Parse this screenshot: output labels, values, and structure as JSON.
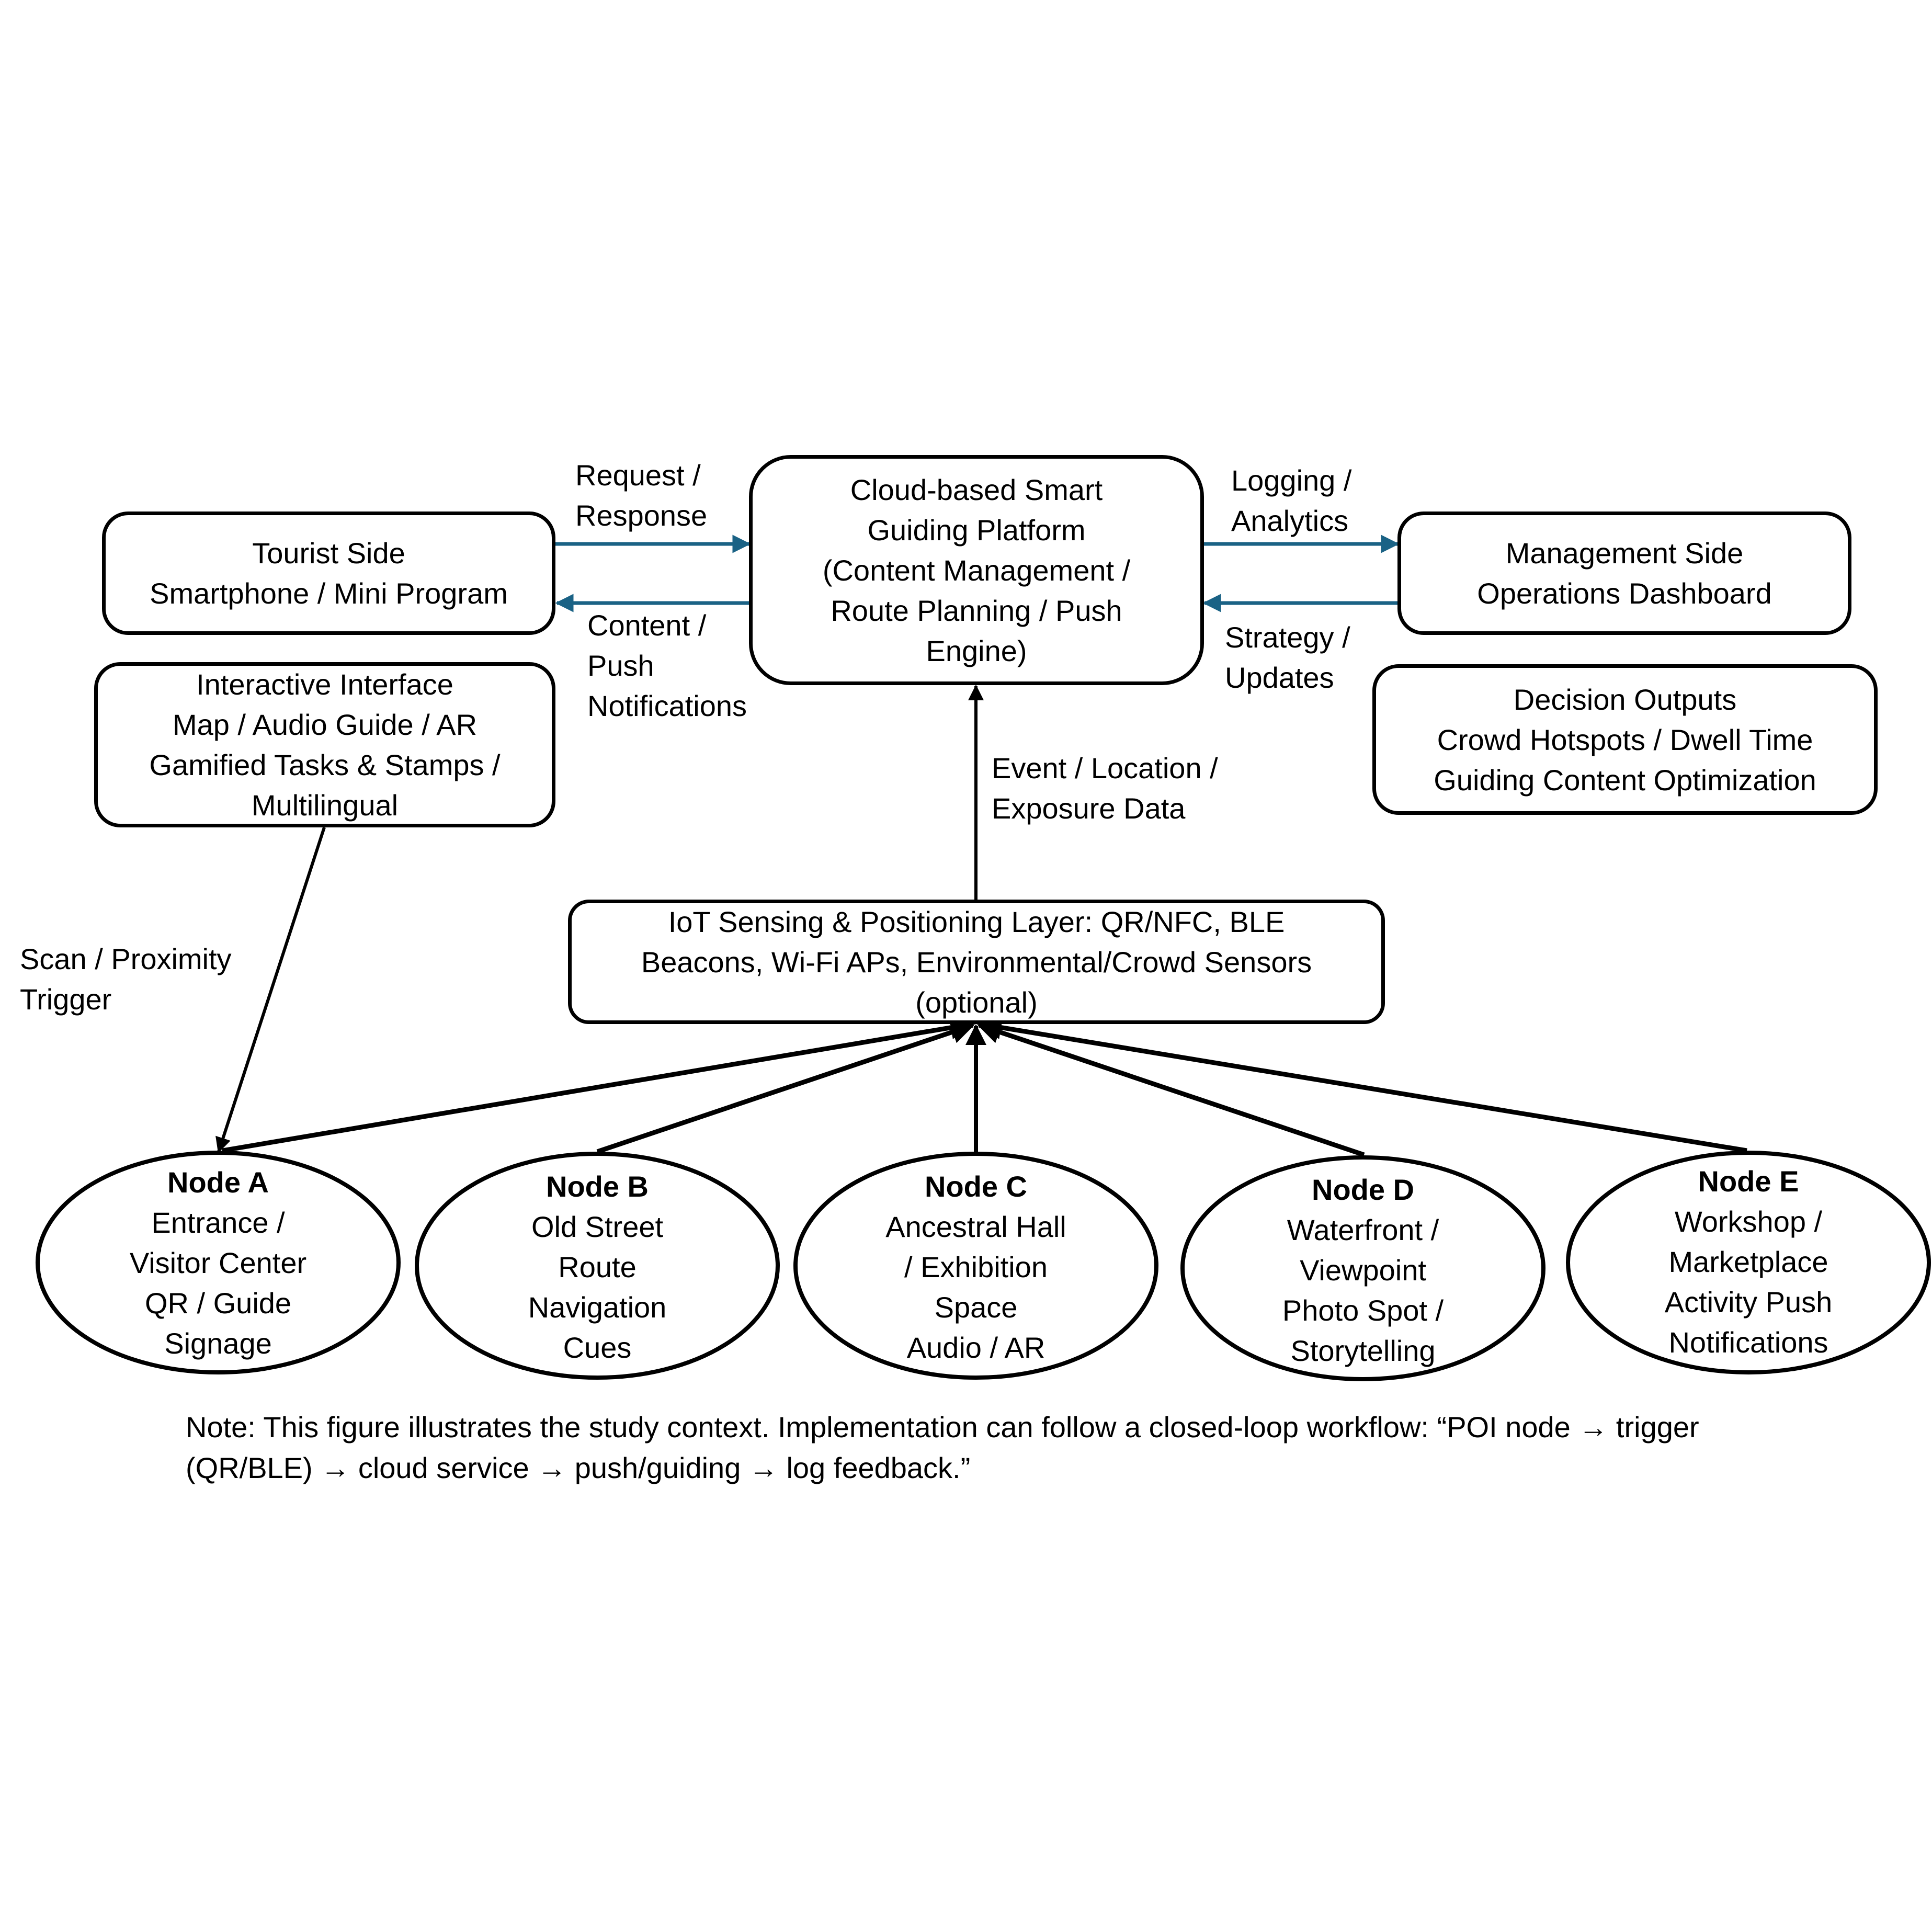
{
  "colors": {
    "stroke": "#000000",
    "flow_arrow": "#1a6285",
    "background": "#ffffff"
  },
  "boxes": {
    "tourist": {
      "lines": [
        "Tourist Side",
        "Smartphone / Mini Program"
      ]
    },
    "cloud": {
      "lines": [
        "Cloud-based Smart",
        "Guiding Platform",
        "(Content Management /",
        "Route Planning / Push",
        "Engine)"
      ]
    },
    "management": {
      "lines": [
        "Management Side",
        "Operations Dashboard"
      ]
    },
    "decision": {
      "lines": [
        "Decision Outputs",
        "Crowd Hotspots / Dwell Time",
        "Guiding Content Optimization"
      ]
    },
    "interactive": {
      "lines": [
        "Interactive Interface",
        "Map / Audio Guide / AR",
        "Gamified Tasks & Stamps /",
        "Multilingual"
      ]
    },
    "iot": {
      "lines": [
        "IoT Sensing & Positioning Layer: QR/NFC, BLE",
        "Beacons, Wi-Fi APs, Environmental/Crowd Sensors",
        "(optional)"
      ]
    }
  },
  "edge_labels": {
    "request_response": [
      "Request /",
      "Response"
    ],
    "content_push": [
      "Content /",
      "Push",
      "Notifications"
    ],
    "logging_analytics": [
      "Logging /",
      "Analytics"
    ],
    "strategy_updates": [
      "Strategy /",
      "Updates"
    ],
    "event_location": [
      "Event / Location /",
      "Exposure Data"
    ],
    "scan_trigger": [
      "Scan / Proximity",
      "Trigger"
    ]
  },
  "nodes": [
    {
      "title": "Node A",
      "lines": [
        "Entrance /",
        "Visitor Center",
        "QR / Guide",
        "Signage"
      ]
    },
    {
      "title": "Node B",
      "lines": [
        "Old Street",
        "Route",
        "Navigation",
        "Cues"
      ]
    },
    {
      "title": "Node C",
      "lines": [
        "Ancestral Hall",
        "/ Exhibition",
        "Space",
        "Audio / AR"
      ]
    },
    {
      "title": "Node D",
      "lines": [
        "Waterfront /",
        "Viewpoint",
        "Photo Spot /",
        "Storytelling"
      ]
    },
    {
      "title": "Node E",
      "lines": [
        "Workshop /",
        "Marketplace",
        "Activity Push",
        "Notifications"
      ]
    }
  ],
  "note": {
    "lines": [
      "Note: This figure illustrates the study context. Implementation can follow a closed-loop workflow: “POI node → trigger",
      "(QR/BLE) → cloud service → push/guiding → log feedback.”"
    ]
  }
}
